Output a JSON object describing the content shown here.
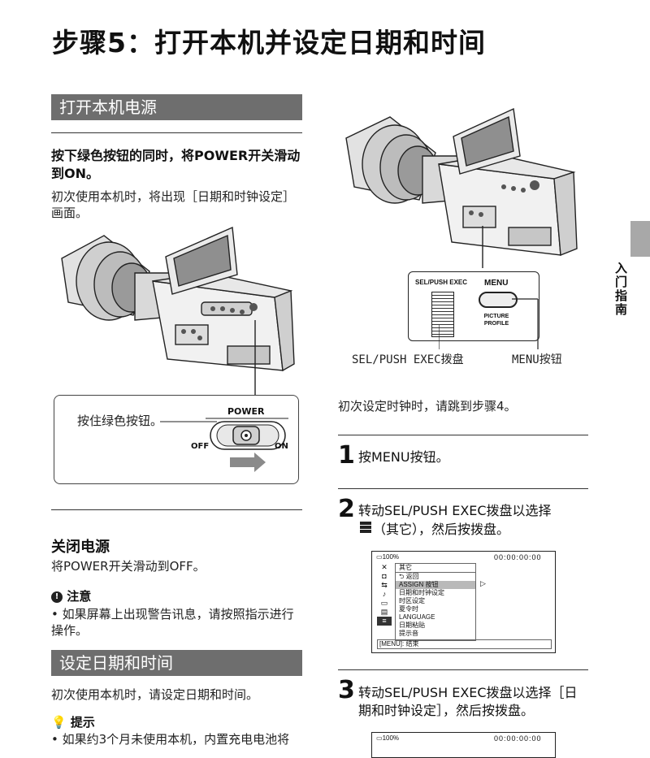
{
  "page_title": "步骤5：打开本机并设定日期和时间",
  "side_tab": {
    "label": "入门指南"
  },
  "section_power_on": {
    "heading": "打开本机电源",
    "instruction": "按下绿色按钮的同时，将POWER开关滑动到ON。",
    "note": "初次使用本机时，将出现［日期和时钟设定］画面。",
    "callout": {
      "hold_label": "按住绿色按钮。",
      "power_label": "POWER",
      "off_label": "OFF",
      "on_label": "ON"
    }
  },
  "section_power_off": {
    "heading": "关闭电源",
    "text": "将POWER开关滑动到OFF。",
    "caution_title": "注意",
    "caution_text": "• 如果屏幕上出现警告讯息，请按照指示进行操作。"
  },
  "section_date_time": {
    "heading": "设定日期和时间",
    "text": "初次使用本机时，请设定日期和时间。",
    "tip_title": "提示",
    "tip_text": "• 如果约3个月未使用本机，内置充电电池将"
  },
  "right_column": {
    "camera_labels": {
      "sel_push_exec_small": "SEL/PUSH EXEC",
      "menu_small": "MENU",
      "picture_profile_small": "PICTURE PROFILE",
      "sel_push_caption": "SEL/PUSH EXEC拨盘",
      "menu_caption": "MENU按钮"
    },
    "skip_note": "初次设定时钟时，请跳到步骤4。",
    "steps": [
      {
        "number": "1",
        "text": "按MENU按钮。"
      },
      {
        "number": "2",
        "text": "转动SEL/PUSH EXEC拨盘以选择",
        "text2": "（其它），然后按拨盘。"
      },
      {
        "number": "3",
        "text": "转动SEL/PUSH EXEC拨盘以选择［日",
        "text2": "期和时钟设定］，然后按拨盘。"
      }
    ],
    "menu_screen": {
      "battery": "100%",
      "timecode": "00:00:00:00",
      "category": "其它",
      "items": [
        "返回",
        "ASSIGN 按钮",
        "日期和时钟设定",
        "时区设定",
        "夏令时",
        "LANGUAGE",
        "日期粘贴",
        "提示音"
      ],
      "selected_index": 1,
      "footer": "[MENU]: 结束"
    },
    "menu_screen2": {
      "battery": "100%",
      "timecode": "00:00:00:00"
    }
  }
}
